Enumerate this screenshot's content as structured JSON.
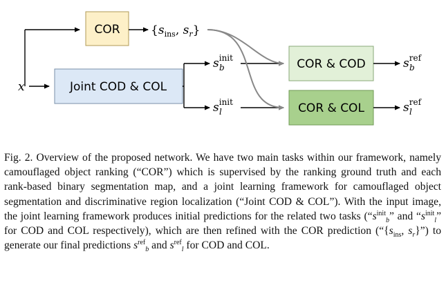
{
  "diagram": {
    "input_label": "x",
    "boxes": {
      "cor": {
        "label": "COR",
        "fill": "#fdf0c8"
      },
      "joint": {
        "label": "Joint COD & COL",
        "fill": "#dce8f6"
      },
      "cor_cod": {
        "label": "COR & COD",
        "fill": "#e2f0d8"
      },
      "cor_col": {
        "label": "COR & COL",
        "fill": "#a8d08d"
      }
    },
    "cor_output": {
      "open": "{",
      "s": "s",
      "ins": "ins",
      "comma": ", ",
      "sr_s": "s",
      "sr_r": "r",
      "close": "}"
    },
    "init_b": {
      "s": "s",
      "sup": "init",
      "sub": "b"
    },
    "init_l": {
      "s": "s",
      "sup": "init",
      "sub": "l"
    },
    "ref_b": {
      "s": "s",
      "sup": "ref",
      "sub": "b"
    },
    "ref_l": {
      "s": "s",
      "sup": "ref",
      "sub": "l"
    }
  },
  "caption": {
    "t1": "Fig. 2.  Overview of the proposed network. We have two main tasks within our framework, namely camouflaged object ranking (“COR”) which is supervised by the ranking ground truth and each rank-based binary segmentation map, and a joint learning framework for camouflaged object segmentation and discriminative region localization (“Joint COD & COL”). With the input image, the joint learning framework produces initial predictions for the related two tasks (“",
    "s": "s",
    "init": "init",
    "b": "b",
    "l": "l",
    "t2": "” and “",
    "t3": "” for COD and COL respectively), which are then refined with the COR prediction (“{",
    "ins": "ins",
    "comma": ", ",
    "r": "r",
    "t4": "}”) to generate our final predictions ",
    "ref": "ref",
    "t5": " and ",
    "t6": " for COD and COL."
  }
}
